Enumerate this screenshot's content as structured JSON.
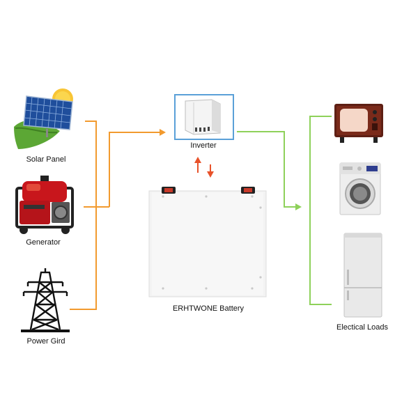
{
  "labels": {
    "solar": "Solar Panel",
    "generator": "Generator",
    "grid": "Power Gird",
    "inverter": "Inverter",
    "battery": "ERHTWONE Battery",
    "loads": "Electical Loads"
  },
  "colors": {
    "source_flow": "#f29a2e",
    "load_flow": "#8ed15a",
    "battery_arrows": "#e8522a",
    "inverter_frame": "#5aa0d8"
  },
  "icons": {
    "solar": "solar-panel-icon",
    "generator": "generator-icon",
    "grid": "power-tower-icon",
    "inverter": "inverter-icon",
    "battery": "battery-icon",
    "tv": "tv-icon",
    "washer": "washing-machine-icon",
    "fridge": "refrigerator-icon"
  }
}
